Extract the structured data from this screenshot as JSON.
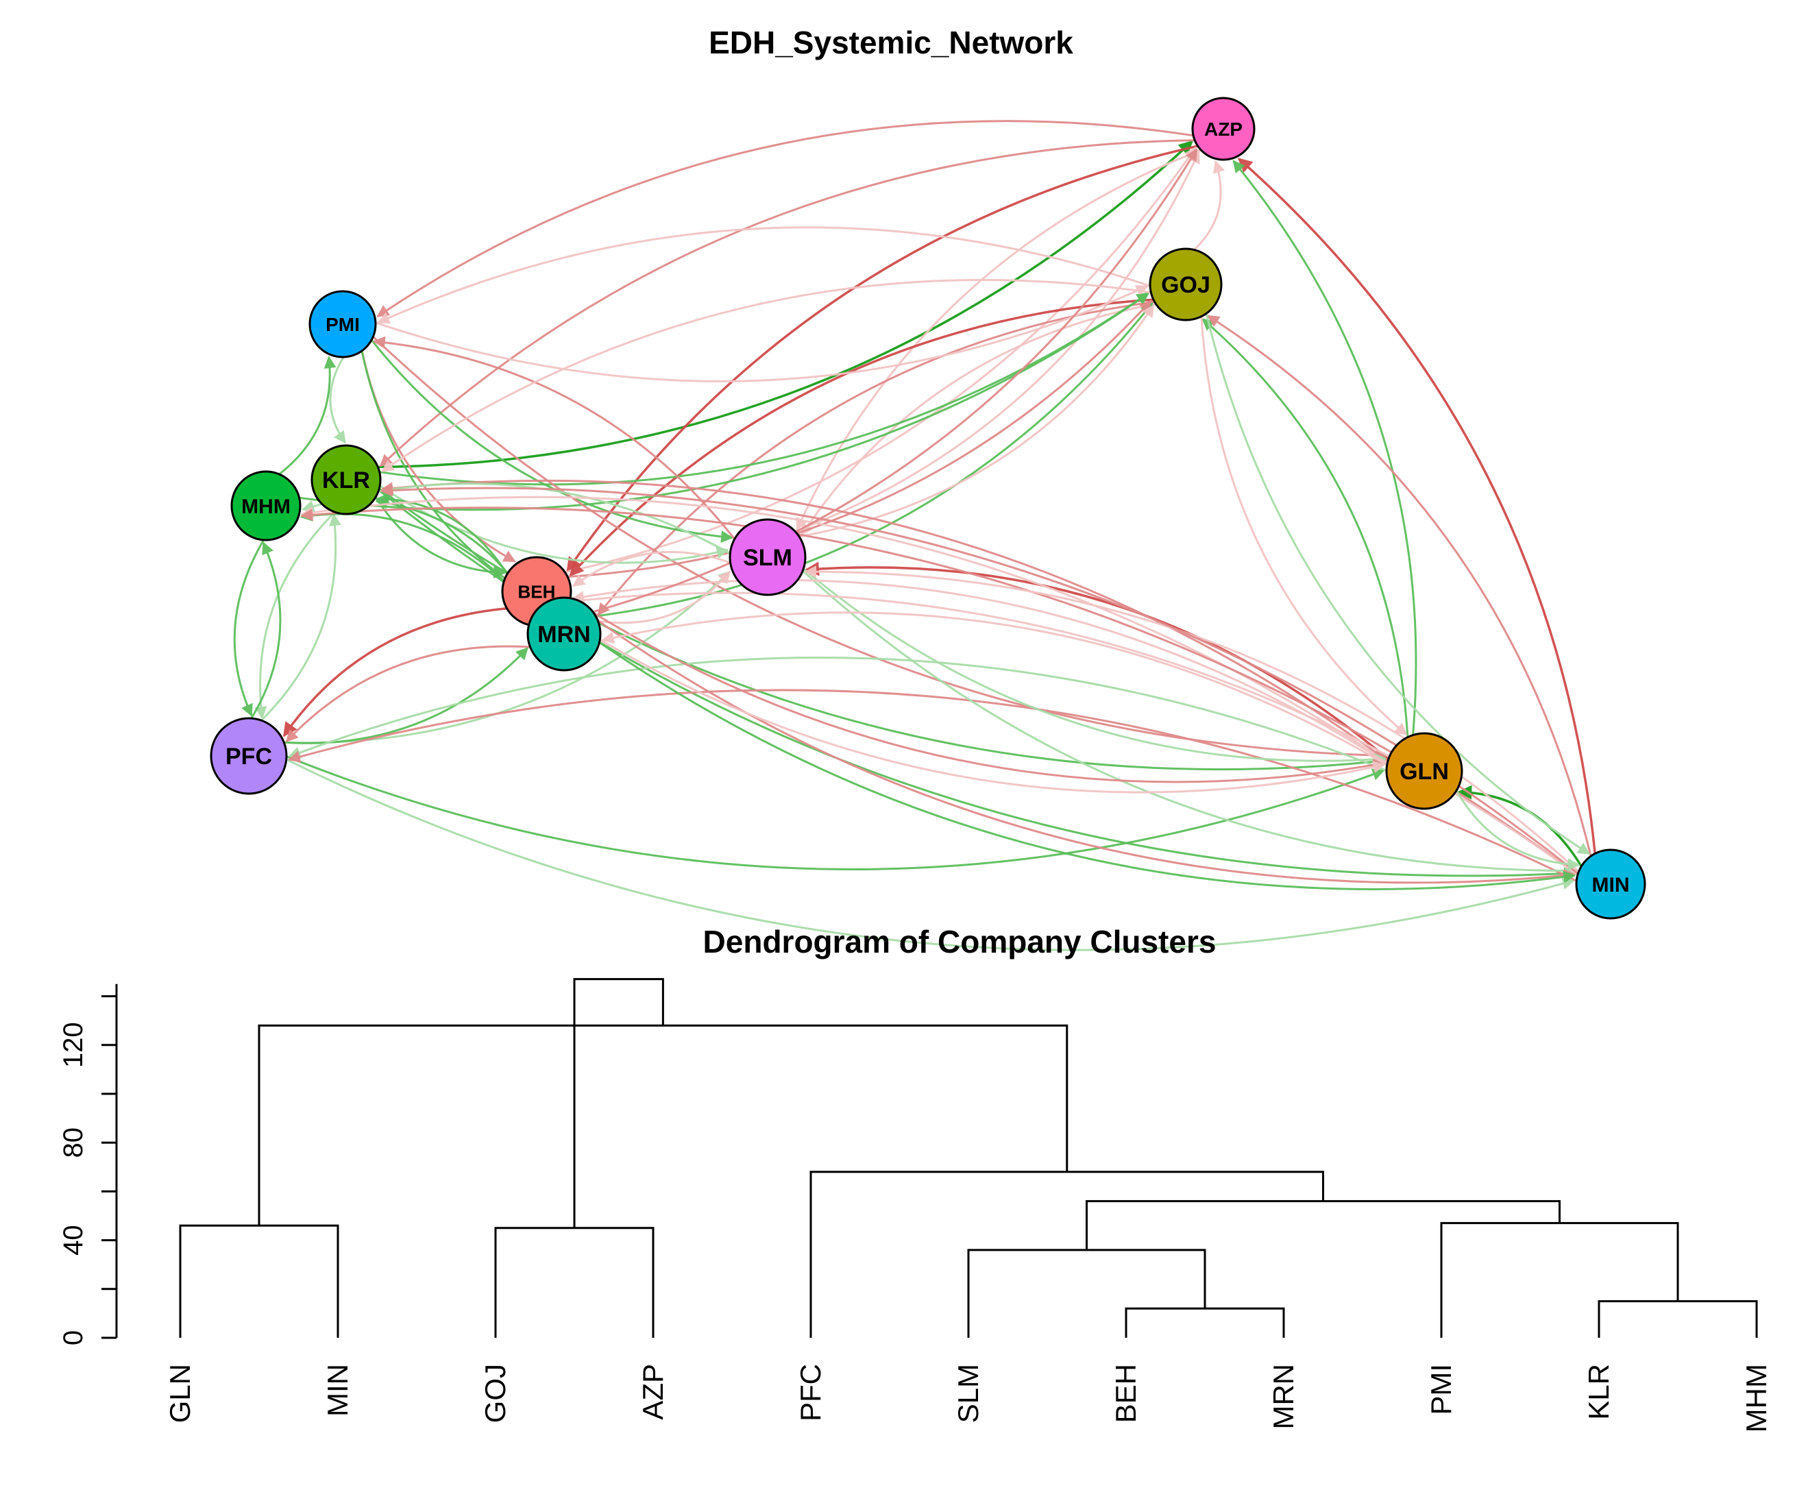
{
  "network": {
    "title": "EDH_Systemic_Network",
    "nodes": [
      {
        "id": "AZP",
        "label": "AZP",
        "color": "#FF61C3"
      },
      {
        "id": "GOJ",
        "label": "GOJ",
        "color": "#A3A500"
      },
      {
        "id": "PMI",
        "label": "PMI",
        "color": "#00A9FF"
      },
      {
        "id": "KLR",
        "label": "KLR",
        "color": "#5BAE00"
      },
      {
        "id": "MHM",
        "label": "MHM",
        "color": "#00BA38"
      },
      {
        "id": "SLM",
        "label": "SLM",
        "color": "#E76BF3"
      },
      {
        "id": "BEH",
        "label": "BEH",
        "color": "#F8766D"
      },
      {
        "id": "MRN",
        "label": "MRN",
        "color": "#00BFA4"
      },
      {
        "id": "PFC",
        "label": "PFC",
        "color": "#B186F8"
      },
      {
        "id": "GLN",
        "label": "GLN",
        "color": "#D89000"
      },
      {
        "id": "MIN",
        "label": "MIN",
        "color": "#00B8E0"
      }
    ],
    "edge_colors": {
      "strong_positive": "#1A9E1A",
      "positive": "#5BBE5B",
      "weak_positive": "#A8DCA8",
      "strong_negative": "#D04A4A",
      "negative": "#E08A8A",
      "weak_negative": "#F2C4C4"
    },
    "edges": [
      {
        "from": "MIN",
        "to": "GLN",
        "type": "strong_positive"
      },
      {
        "from": "MIN",
        "to": "AZP",
        "type": "strong_negative"
      },
      {
        "from": "KLR",
        "to": "AZP",
        "type": "strong_positive"
      },
      {
        "from": "GLN",
        "to": "AZP",
        "type": "positive"
      },
      {
        "from": "GLN",
        "to": "SLM",
        "type": "strong_negative"
      },
      {
        "from": "GLN",
        "to": "GOJ",
        "type": "positive"
      },
      {
        "from": "MIN",
        "to": "GOJ",
        "type": "negative"
      },
      {
        "from": "AZP",
        "to": "KLR",
        "type": "negative"
      },
      {
        "from": "AZP",
        "to": "BEH",
        "type": "strong_negative"
      },
      {
        "from": "AZP",
        "to": "PMI",
        "type": "negative"
      },
      {
        "from": "AZP",
        "to": "SLM",
        "type": "weak_negative"
      },
      {
        "from": "GOJ",
        "to": "AZP",
        "type": "weak_negative"
      },
      {
        "from": "BEH",
        "to": "AZP",
        "type": "weak_negative"
      },
      {
        "from": "SLM",
        "to": "AZP",
        "type": "weak_negative"
      },
      {
        "from": "GOJ",
        "to": "PMI",
        "type": "weak_negative"
      },
      {
        "from": "GOJ",
        "to": "BEH",
        "type": "strong_negative"
      },
      {
        "from": "GOJ",
        "to": "MRN",
        "type": "negative"
      },
      {
        "from": "GOJ",
        "to": "SLM",
        "type": "weak_negative"
      },
      {
        "from": "GOJ",
        "to": "GLN",
        "type": "weak_negative"
      },
      {
        "from": "GOJ",
        "to": "MIN",
        "type": "weak_positive"
      },
      {
        "from": "KLR",
        "to": "GOJ",
        "type": "positive"
      },
      {
        "from": "PMI",
        "to": "GOJ",
        "type": "weak_negative"
      },
      {
        "from": "MRN",
        "to": "GOJ",
        "type": "positive"
      },
      {
        "from": "MHM",
        "to": "GOJ",
        "type": "positive"
      },
      {
        "from": "BEH",
        "to": "GOJ",
        "type": "negative"
      },
      {
        "from": "SLM",
        "to": "GOJ",
        "type": "weak_negative"
      },
      {
        "from": "MHM",
        "to": "PMI",
        "type": "positive"
      },
      {
        "from": "PMI",
        "to": "BEH",
        "type": "negative"
      },
      {
        "from": "PMI",
        "to": "MRN",
        "type": "positive"
      },
      {
        "from": "PMI",
        "to": "SLM",
        "type": "positive"
      },
      {
        "from": "PMI",
        "to": "GLN",
        "type": "negative"
      },
      {
        "from": "PMI",
        "to": "KLR",
        "type": "weak_positive"
      },
      {
        "from": "SLM",
        "to": "PMI",
        "type": "negative"
      },
      {
        "from": "KLR",
        "to": "SLM",
        "type": "weak_positive"
      },
      {
        "from": "KLR",
        "to": "BEH",
        "type": "positive"
      },
      {
        "from": "KLR",
        "to": "GLN",
        "type": "positive"
      },
      {
        "from": "KLR",
        "to": "MIN",
        "type": "positive"
      },
      {
        "from": "KLR",
        "to": "PFC",
        "type": "weak_positive"
      },
      {
        "from": "BEH",
        "to": "KLR",
        "type": "positive"
      },
      {
        "from": "MRN",
        "to": "KLR",
        "type": "positive"
      },
      {
        "from": "GLN",
        "to": "KLR",
        "type": "negative"
      },
      {
        "from": "MHM",
        "to": "PFC",
        "type": "positive"
      },
      {
        "from": "PFC",
        "to": "MHM",
        "type": "positive"
      },
      {
        "from": "PFC",
        "to": "KLR",
        "type": "weak_positive"
      },
      {
        "from": "BEH",
        "to": "MHM",
        "type": "positive"
      },
      {
        "from": "SLM",
        "to": "MHM",
        "type": "weak_positive"
      },
      {
        "from": "GLN",
        "to": "MHM",
        "type": "weak_negative"
      },
      {
        "from": "MIN",
        "to": "MHM",
        "type": "negative"
      },
      {
        "from": "PFC",
        "to": "SLM",
        "type": "weak_positive"
      },
      {
        "from": "PFC",
        "to": "MRN",
        "type": "positive"
      },
      {
        "from": "PFC",
        "to": "GLN",
        "type": "positive"
      },
      {
        "from": "PFC",
        "to": "MIN",
        "type": "weak_positive"
      },
      {
        "from": "BEH",
        "to": "PFC",
        "type": "strong_negative"
      },
      {
        "from": "MRN",
        "to": "PFC",
        "type": "negative"
      },
      {
        "from": "GLN",
        "to": "PFC",
        "type": "weak_positive"
      },
      {
        "from": "MIN",
        "to": "PFC",
        "type": "negative"
      },
      {
        "from": "SLM",
        "to": "BEH",
        "type": "weak_negative"
      },
      {
        "from": "SLM",
        "to": "GLN",
        "type": "weak_positive"
      },
      {
        "from": "SLM",
        "to": "MIN",
        "type": "weak_positive"
      },
      {
        "from": "MRN",
        "to": "SLM",
        "type": "weak_negative"
      },
      {
        "from": "BEH",
        "to": "GLN",
        "type": "negative"
      },
      {
        "from": "BEH",
        "to": "MIN",
        "type": "negative"
      },
      {
        "from": "MRN",
        "to": "GLN",
        "type": "weak_negative"
      },
      {
        "from": "MRN",
        "to": "MIN",
        "type": "positive"
      },
      {
        "from": "GLN",
        "to": "BEH",
        "type": "weak_negative"
      },
      {
        "from": "GLN",
        "to": "MRN",
        "type": "weak_negative"
      },
      {
        "from": "MIN",
        "to": "BEH",
        "type": "weak_negative"
      },
      {
        "from": "MIN",
        "to": "SLM",
        "type": "weak_negative"
      },
      {
        "from": "MIN",
        "to": "KLR",
        "type": "negative"
      },
      {
        "from": "GLN",
        "to": "MIN",
        "type": "weak_positive"
      },
      {
        "from": "MRN",
        "to": "AZP",
        "type": "negative"
      },
      {
        "from": "GOJ",
        "to": "KLR",
        "type": "weak_negative"
      }
    ]
  },
  "dendrogram": {
    "title": "Dendrogram of Company Clusters",
    "ylim": [
      0,
      150
    ],
    "yticks": [
      0,
      40,
      80,
      120
    ],
    "leaves": [
      "GLN",
      "MIN",
      "GOJ",
      "AZP",
      "PFC",
      "SLM",
      "BEH",
      "MRN",
      "PMI",
      "KLR",
      "MHM"
    ],
    "merges": [
      {
        "id": "c1",
        "a": "BEH",
        "b": "MRN",
        "height": 12
      },
      {
        "id": "c2",
        "a": "KLR",
        "b": "MHM",
        "height": 15
      },
      {
        "id": "c3",
        "a": "SLM",
        "b": "c1",
        "height": 36
      },
      {
        "id": "c4",
        "a": "GOJ",
        "b": "AZP",
        "height": 45
      },
      {
        "id": "c5",
        "a": "GLN",
        "b": "MIN",
        "height": 46
      },
      {
        "id": "c6",
        "a": "PMI",
        "b": "c2",
        "height": 47
      },
      {
        "id": "c7",
        "a": "c3",
        "b": "c6",
        "height": 56
      },
      {
        "id": "c8",
        "a": "PFC",
        "b": "c7",
        "height": 68
      },
      {
        "id": "c9",
        "a": "c5",
        "b": "c8",
        "height": 128
      },
      {
        "id": "c10",
        "a": "c4",
        "b": "c9",
        "height": 147
      }
    ]
  }
}
